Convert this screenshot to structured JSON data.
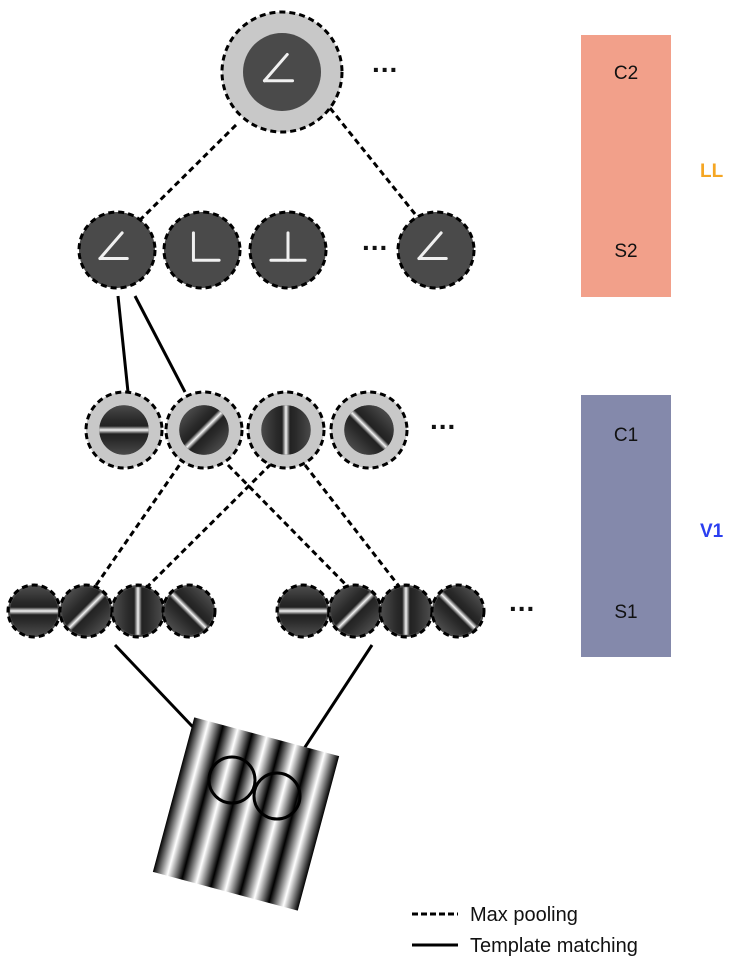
{
  "bands": {
    "ll": {
      "top_label": "C2",
      "bottom_label": "S2",
      "side_label": "LL",
      "fill": "#f2a08a",
      "side_color": "#f5a623"
    },
    "v1": {
      "top_label": "C1",
      "bottom_label": "S1",
      "side_label": "V1",
      "fill": "#8489ab",
      "side_color": "#2b3ff0"
    }
  },
  "ellipsis": "...",
  "legend": {
    "dashed_label": "Max pooling",
    "solid_label": "Template matching"
  },
  "colors": {
    "unit_dark": "#4a4a4a",
    "pool_ring": "#c8c8c8",
    "line": "#000000"
  }
}
